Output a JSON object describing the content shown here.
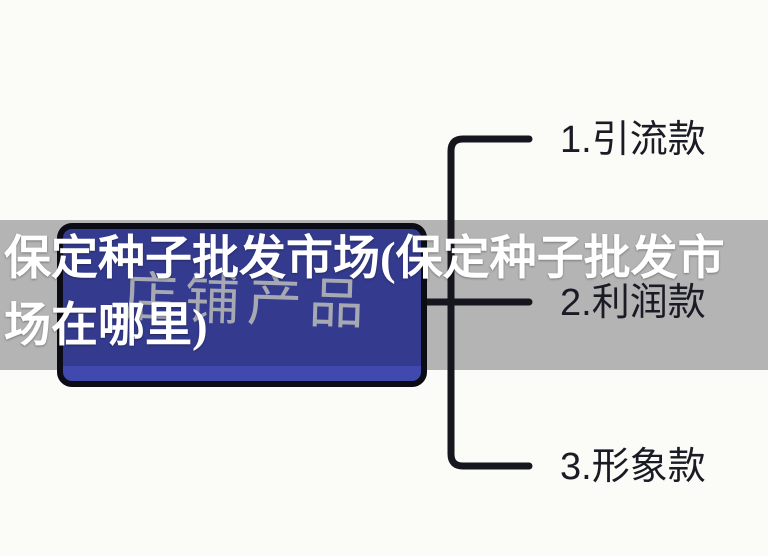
{
  "overlay_title": {
    "full_text": "保定种子批发市场(保定种子批发市场在哪里)",
    "line1": "保定种子批发市场(保定种子批发市",
    "line2": "场在哪里)",
    "text_color": "#ffffff",
    "band_color": "#b4b4b4"
  },
  "mindmap": {
    "root": {
      "label": "店铺产品",
      "box_fill": "#343b8e",
      "box_accent_stripe": "#4049ae",
      "box_border": "#0c0c16",
      "label_color": "#a7a9b2"
    },
    "branches": [
      {
        "label": "1.引流款"
      },
      {
        "label": "2.利润款"
      },
      {
        "label": "3.形象款"
      }
    ],
    "connector_color": "#16161f",
    "branch_label_color": "#1b1b26"
  },
  "canvas": {
    "background": "#fbfbf7"
  }
}
